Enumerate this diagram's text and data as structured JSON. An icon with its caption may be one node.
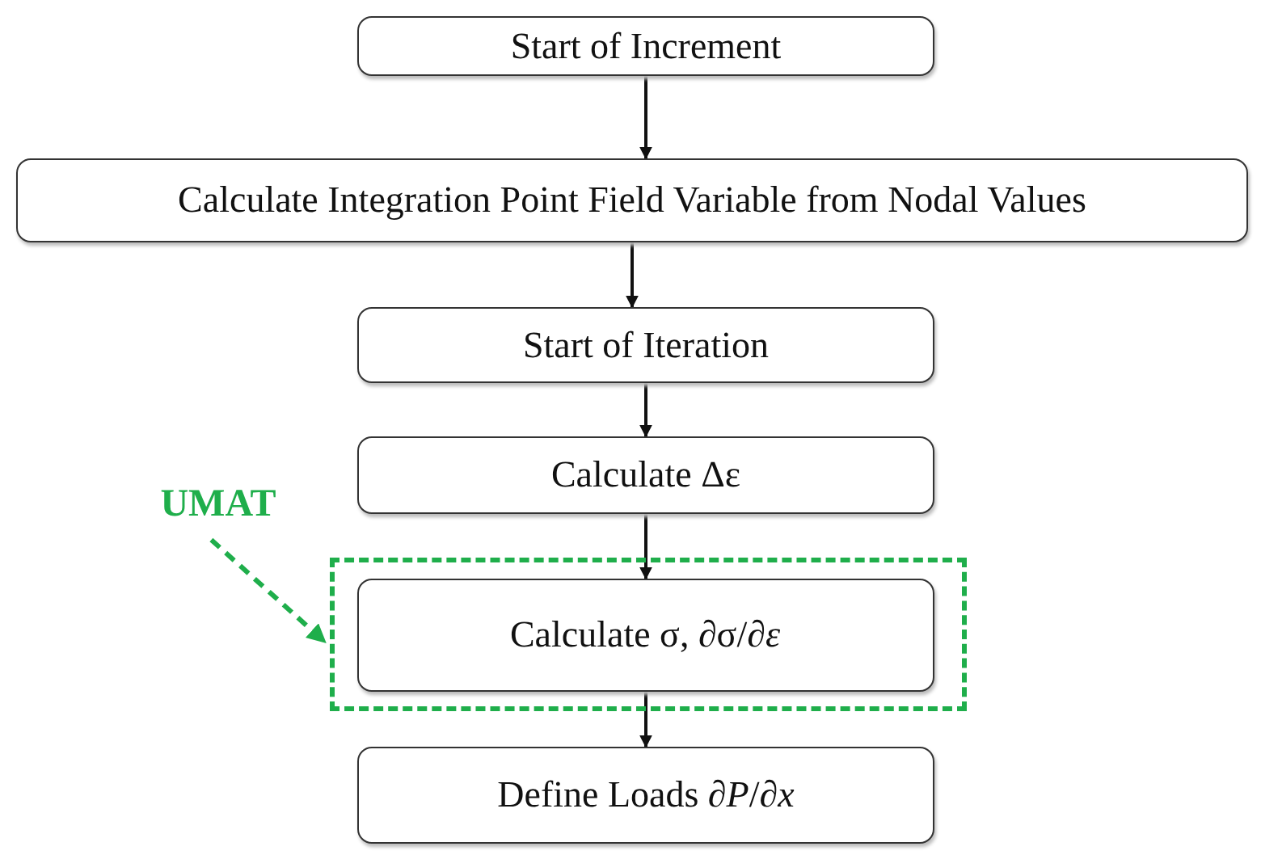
{
  "diagram": {
    "nodes": [
      {
        "text": [
          "Start of Increment"
        ]
      },
      {
        "text": [
          "Calculate Integration Point Field Variable from Nodal Values"
        ]
      },
      {
        "text": [
          "Start of Iteration"
        ]
      },
      {
        "text": [
          "Calculate Δε"
        ]
      },
      {
        "text": [
          "UMAT"
        ]
      },
      {
        "text": [],
        "shape": "box"
      },
      {
        "text": [
          "Calculate σ, ∂σ/∂*ε*"
        ],
        "in": 5
      },
      {
        "text": [
          "Define Loads ∂*P*/∂*x*"
        ]
      }
    ],
    "edges": [
      {
        "from": 0,
        "to": 1,
        "arrow": "to"
      },
      {
        "from": 1,
        "to": 2,
        "arrow": "to"
      },
      {
        "from": 2,
        "to": 3,
        "arrow": "to"
      },
      {
        "from": 3,
        "to": 6,
        "arrow": "to"
      },
      {
        "from": 6,
        "to": 7,
        "arrow": "to"
      },
      {
        "from": 4,
        "to": 5,
        "arrow": "to",
        "style": "dashed",
        "color": "#1fae4b"
      }
    ]
  }
}
